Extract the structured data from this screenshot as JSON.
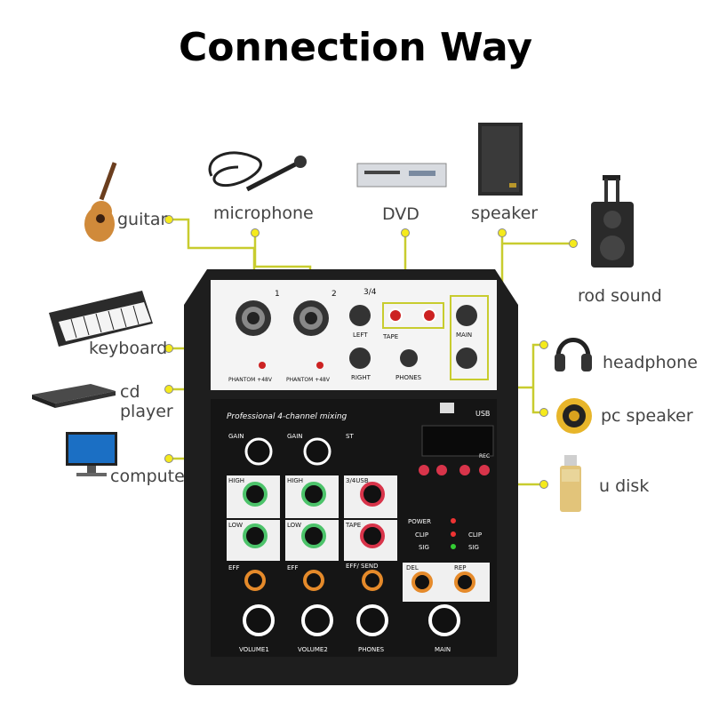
{
  "title": "Connection Way",
  "devices": {
    "guitar": "guitar",
    "microphone": "microphone",
    "dvd": "DVD",
    "speaker": "speaker",
    "rod_sound": "rod sound",
    "keyboard": "keyboard",
    "cd_player_line1": "cd",
    "cd_player_line2": "player",
    "computer": "computer",
    "headphone": "headphone",
    "pc_speaker": "pc speaker",
    "u_disk": "u disk"
  },
  "mixer": {
    "heading": "Professional 4-channel mixing",
    "channel_1": "1",
    "channel_2": "2",
    "channel_34": "3/4",
    "left": "LEFT",
    "right": "RIGHT",
    "tape": "TAPE",
    "main": "MAIN",
    "phones": "PHONES",
    "phantom": "PHANTOM +48V",
    "usb": "USB",
    "gain": "GAIN",
    "high": "HIGH",
    "low": "LOW",
    "eff": "EFF",
    "eff_send": "EFF/ SEND",
    "usb34": "3/4USB",
    "st": "ST",
    "power": "POWER",
    "clip": "CLIP",
    "sig": "SIG",
    "del": "DEL",
    "rep": "REP",
    "rec": "REC",
    "volume1": "VOLUME1",
    "volume2": "VOLUME2",
    "main_knob": "MAIN",
    "phones_knob": "PHONES"
  },
  "colors": {
    "connector_line": "#c8cc2e",
    "mixer_body": "#1e1e1e",
    "green_knob": "#4cc36a",
    "red_knob": "#d8344a",
    "orange_knob": "#e58a2a"
  }
}
